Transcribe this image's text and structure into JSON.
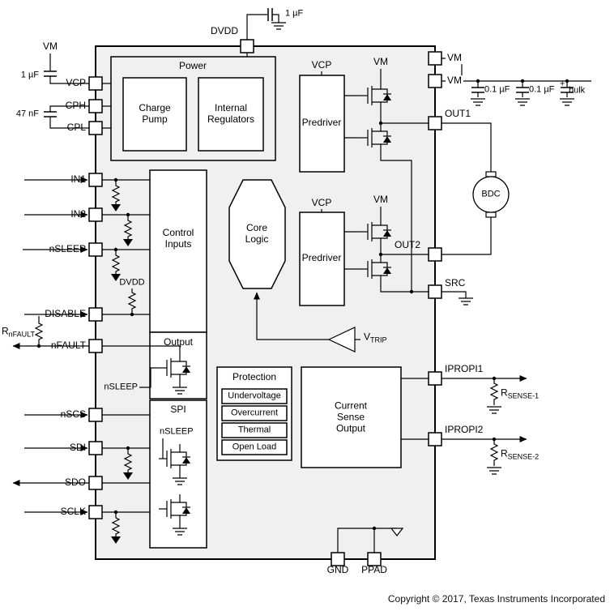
{
  "chip": {
    "copyright": "Copyright © 2017, Texas Instruments Incorporated"
  },
  "blocks": {
    "power": "Power",
    "charge_pump": "Charge\nPump",
    "internal_regulators": "Internal\nRegulators",
    "control_inputs": "Control\nInputs",
    "core_logic": "Core\nLogic",
    "predriver_top": "Predriver",
    "predriver_bottom": "Predriver",
    "output": "Output",
    "spi": "SPI",
    "protection": "Protection",
    "protection_items": [
      "Undervoltage",
      "Overcurrent",
      "Thermal",
      "Open Load"
    ],
    "current_sense": "Current\nSense\nOutput",
    "motor": "BDC"
  },
  "pins": {
    "dvdd": "DVDD",
    "vcp": "VCP",
    "cph": "CPH",
    "cpl": "CPL",
    "in1": "IN1",
    "in2": "IN2",
    "nsleep": "nSLEEP",
    "disable": "DISABLE",
    "nfault": "nFAULT",
    "nscs": "nSCS",
    "sdi": "SDI",
    "sdo": "SDO",
    "sclk": "SCLK",
    "vm1": "VM",
    "vm2": "VM",
    "out1": "OUT1",
    "out2": "OUT2",
    "src": "SRC",
    "ipropi1": "IPROPI1",
    "ipropi2": "IPROPI2",
    "gnd": "GND",
    "ppad": "PPAD"
  },
  "nets": {
    "vm_left": "VM",
    "vcp_top": "VCP",
    "vcp_bottom": "VCP",
    "vm_bridge_top": "VM",
    "vm_bridge_bottom": "VM",
    "dvdd_pullup": "DVDD",
    "nsleep_output": "nSLEEP",
    "nsleep_spi": "nSLEEP"
  },
  "components": {
    "cap_dvdd": "1 µF",
    "cap_vcp": "1 µF",
    "cap_flying": "47 nF",
    "cap_vm1": "0.1 µF",
    "cap_vm2": "0.1 µF",
    "cap_bulk": "bulk",
    "cap_bulk_plus": "+",
    "r_nfault": {
      "base": "R",
      "sub": "nFAULT"
    },
    "r_sense1": {
      "base": "R",
      "sub": "SENSE-1"
    },
    "r_sense2": {
      "base": "R",
      "sub": "SENSE-2"
    },
    "v_trip": {
      "base": "V",
      "sub": "TRIP"
    }
  }
}
